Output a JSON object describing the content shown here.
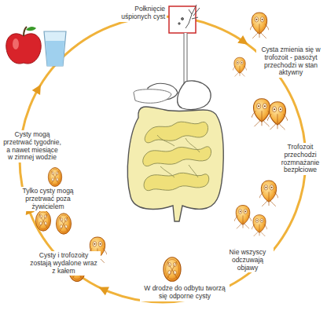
{
  "diagram": {
    "labels": [
      "Połknięcie uśpionych cyst",
      "Cysta zmienia się w trofozoit - pasożyt przechodzi w stan aktywny",
      "Trofozoit przechodzi rozmnażanie bezpłciowe",
      "Nie wszyscy odczuwają objawy",
      "W drodze do odbytu tworzą się odporne cysty",
      "Cysty i trofozoity zostają wydalone wraz z kałem",
      "Tylko cysty mogą przetrwać poza żywicielem",
      "Cysty mogą przetrwać tygodnie, a nawet miesiące w zimnej wodzie"
    ]
  }
}
